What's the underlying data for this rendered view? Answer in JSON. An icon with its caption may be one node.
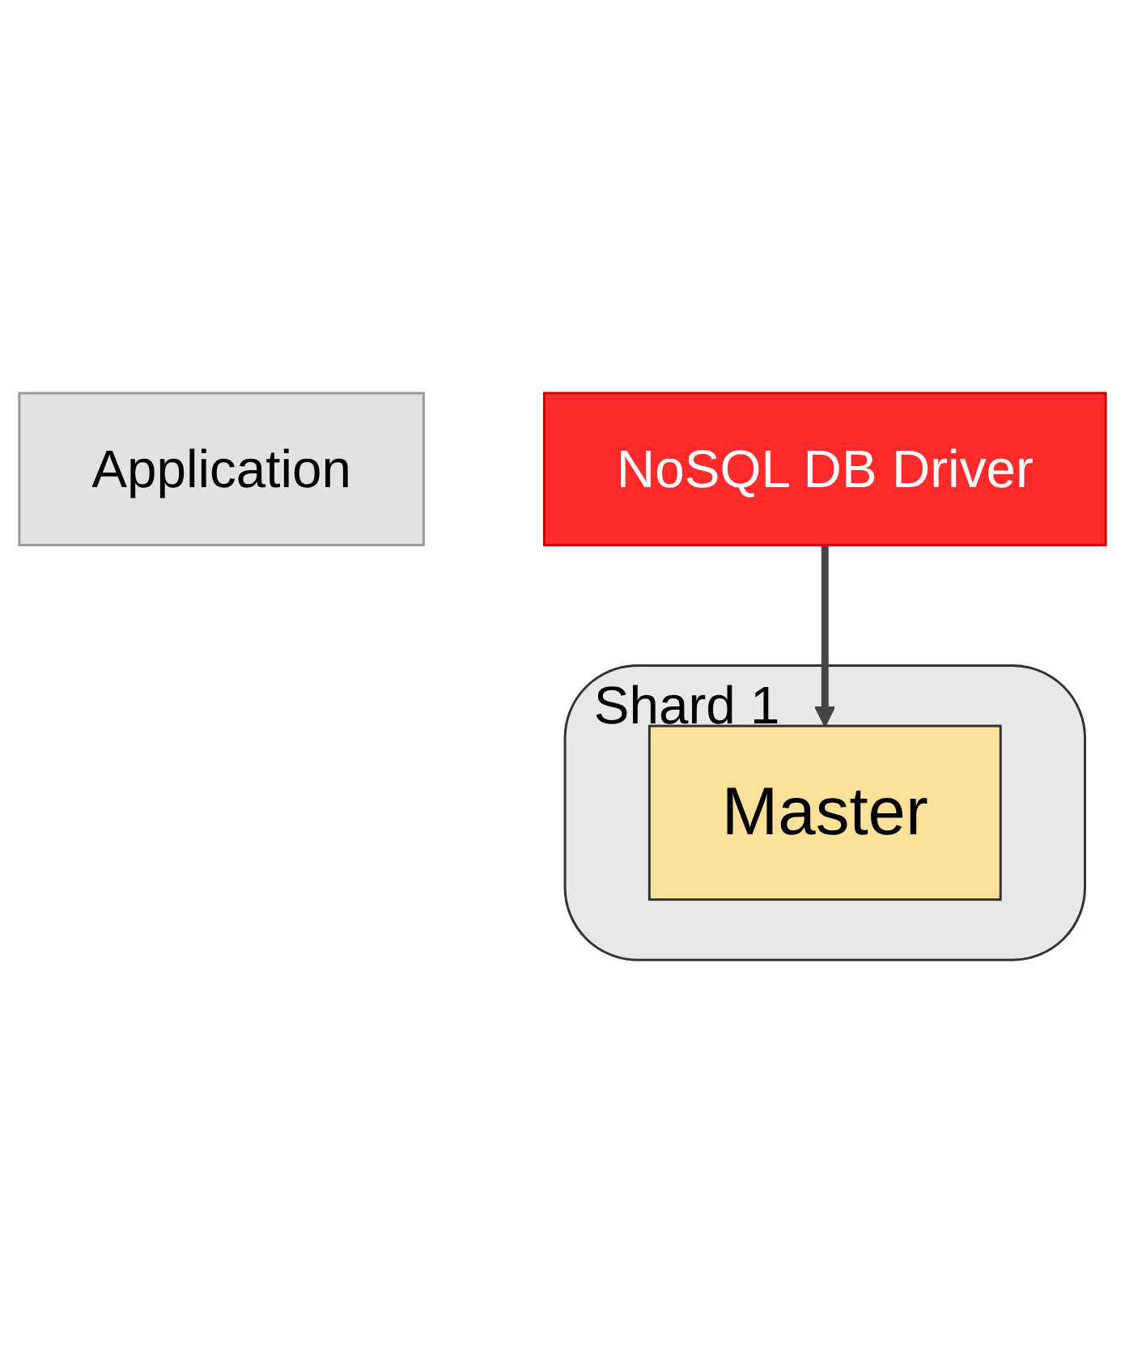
{
  "diagram": {
    "nodes": [
      {
        "text": [
          "Application"
        ]
      },
      {
        "text": [
          "NoSQL DB Driver"
        ]
      },
      {
        "text": [
          "Shard 1"
        ]
      },
      {
        "text": [
          "Master"
        ],
        "in": 2
      }
    ],
    "edges": [
      {
        "from": 1,
        "to": 3,
        "arrow": "to"
      }
    ]
  }
}
